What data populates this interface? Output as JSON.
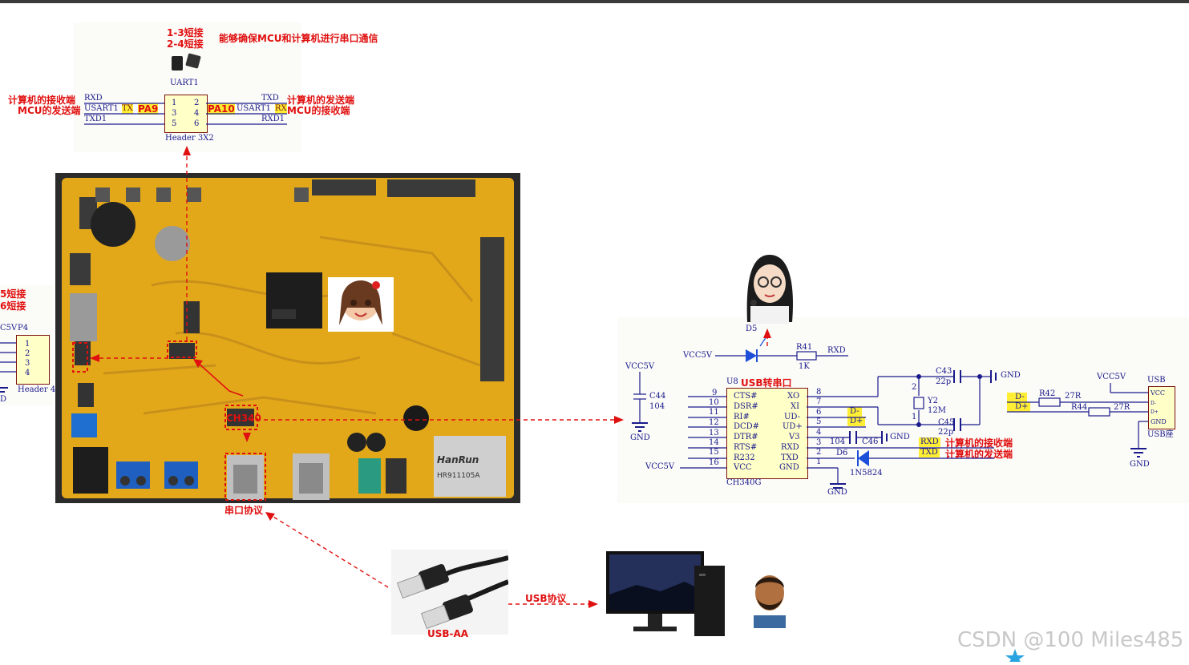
{
  "uart_header": {
    "jumper_notes": [
      "1-3短接",
      "2-4短接"
    ],
    "note": "能够确保MCU和计算机进行串口通信",
    "title": "UART1",
    "left_labels": [
      "计算机的接收端",
      "MCU的发送端"
    ],
    "right_labels": [
      "计算机的发送端",
      "MCU的接收端"
    ],
    "left_nets": [
      "RXD",
      "USART1",
      "TX",
      "PA9",
      "TXD1"
    ],
    "right_nets": [
      "TXD",
      "PA10",
      "USART1",
      "RX",
      "RXD1"
    ],
    "pins": [
      "1",
      "2",
      "3",
      "4",
      "5",
      "6"
    ],
    "footer": "Header 3X2"
  },
  "left_header": {
    "notes": [
      "5短接",
      "6短接"
    ],
    "vcc": "C5V",
    "name": "P4",
    "pins": [
      "1",
      "2",
      "3",
      "4"
    ],
    "footer": "Header 4",
    "gnd": "D"
  },
  "board": {
    "chip_label": "CH340",
    "usb_label": "串口协议",
    "crystal_label": "HanRun",
    "crystal_code": "HR911105A"
  },
  "ch340_schematic": {
    "led": "D5",
    "r41": "R41",
    "r41_val": "1K",
    "rxd_net": "RXD",
    "vcc_labels": [
      "VCC5V",
      "VCC5V",
      "VCC5V"
    ],
    "c44": "C44",
    "c44_val": "104",
    "gnd": "GND",
    "ic_ref": "U8",
    "ic_title": "USB转串口",
    "ic_part": "CH340G",
    "left_pin_nums": [
      "9",
      "10",
      "11",
      "12",
      "13",
      "14",
      "15",
      "16"
    ],
    "left_pins": [
      "CTS#",
      "DSR#",
      "RI#",
      "DCD#",
      "DTR#",
      "RTS#",
      "R232",
      "VCC"
    ],
    "right_pins": [
      "XO",
      "XI",
      "UD-",
      "UD+",
      "V3",
      "RXD",
      "TXD",
      "GND"
    ],
    "right_pin_nums": [
      "8",
      "7",
      "6",
      "5",
      "4",
      "3",
      "2",
      "1"
    ],
    "net_dm": "D-",
    "net_dp": "D+",
    "c43": "C43",
    "c43_val": "22p",
    "c45": "C45",
    "c45_val": "22p",
    "y2": "Y2",
    "y2_val": "12M",
    "y2_pins": [
      "2",
      "1"
    ],
    "c46": "C46",
    "c46_val": "104",
    "d6": "D6",
    "d6_part": "1N5824",
    "rxd": "RXD",
    "txd": "TXD",
    "rxd_note": "计算机的接收端",
    "txd_note": "计算机的发送端"
  },
  "usb_connector": {
    "vcc": "VCC5V",
    "title": "USB",
    "dm": "D-",
    "dp": "D+",
    "r42": "R42",
    "r42_val": "27R",
    "r44": "R44",
    "r44_val": "27R",
    "pins": [
      "VCC",
      "D-",
      "D+",
      "GND"
    ],
    "footer": "USB座",
    "gnd": "GND"
  },
  "bottom": {
    "cable_label": "USB-AA",
    "usb_protocol": "USB协议"
  },
  "watermark": "CSDN @100 Miles485",
  "colors": {
    "accent_red": "#e01010",
    "board_yellow": "#e8b01c",
    "schematic_blue": "#1a1a8c",
    "highlight": "#ffee33"
  }
}
